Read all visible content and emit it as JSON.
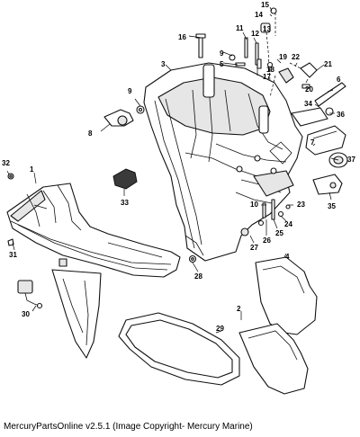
{
  "callouts": [
    "1",
    "2",
    "3",
    "4",
    "5",
    "6",
    "7",
    "8",
    "9",
    "9",
    "10",
    "11",
    "12",
    "13",
    "14",
    "15",
    "16",
    "17",
    "18",
    "19",
    "20",
    "21",
    "22",
    "23",
    "24",
    "25",
    "26",
    "27",
    "28",
    "29",
    "30",
    "31",
    "32",
    "33",
    "34",
    "35",
    "36",
    "37"
  ],
  "caption": "MercuryPartsOnline v2.5.1 (Image Copyright- Mercury Marine)"
}
